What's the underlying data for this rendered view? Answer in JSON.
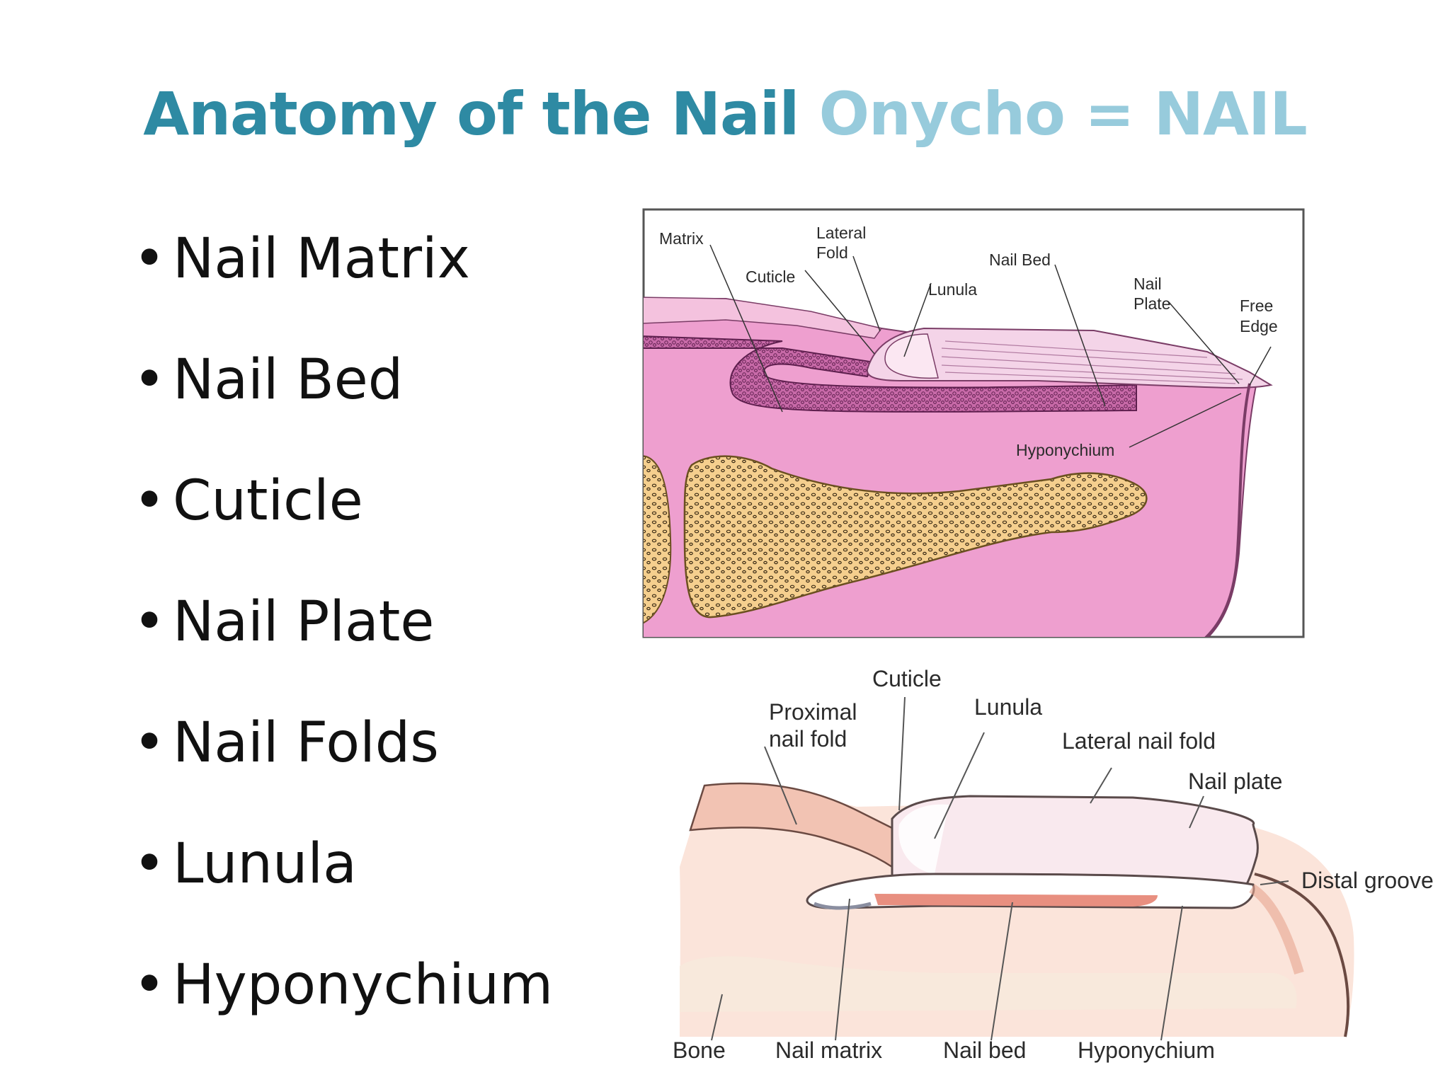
{
  "title": {
    "main": "Anatomy of the Nail",
    "sub": "Onycho = NAIL"
  },
  "bullets": [
    "Nail Matrix",
    "Nail Bed",
    "Cuticle",
    "Nail Plate",
    "Nail Folds",
    "Lunula",
    "Hyponychium"
  ],
  "bullet_symbol": "•",
  "figure_top": {
    "labels": {
      "matrix": "Matrix",
      "lateral": "Lateral",
      "fold": "Fold",
      "cuticle": "Cuticle",
      "lunula": "Lunula",
      "nail_bed": "Nail Bed",
      "nail": "Nail",
      "plate": "Plate",
      "free": "Free",
      "edge": "Edge",
      "hyponychium": "Hyponychium"
    }
  },
  "figure_bottom": {
    "labels": {
      "cuticle": "Cuticle",
      "proximal1": "Proximal",
      "proximal2": "nail fold",
      "lunula": "Lunula",
      "lateral_fold": "Lateral nail fold",
      "nail_plate": "Nail plate",
      "distal_groove": "Distal groove",
      "bone": "Bone",
      "nail_matrix": "Nail matrix",
      "nail_bed": "Nail bed",
      "hyponychium": "Hyponychium"
    }
  },
  "colors": {
    "title_main": "#2e8aa3",
    "title_sub": "#97cbdc",
    "tissue_pink": "#ee9fcf",
    "bone_tan": "#f5cf8e",
    "matrix_purple": "#b45a99"
  }
}
